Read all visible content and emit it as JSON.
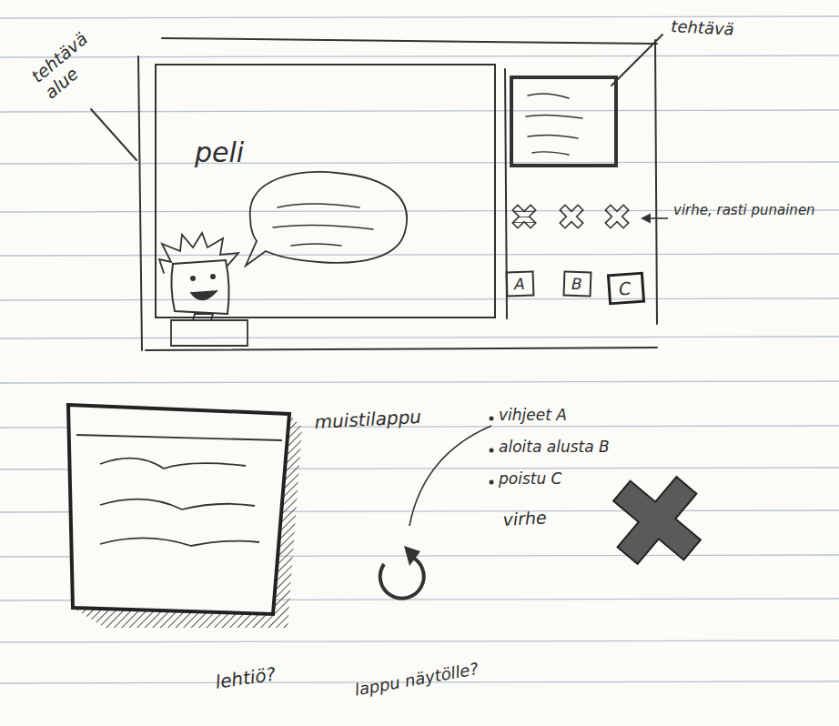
{
  "diagram": {
    "nodes": [
      {
        "text": [
          "peli"
        ]
      },
      {
        "text": [
          "A"
        ]
      },
      {
        "text": [
          "B"
        ]
      },
      {
        "text": [
          "C"
        ]
      }
    ],
    "labels": [
      "tehtävä alue",
      "tehtävä",
      "virhe, rasti punainen",
      "muistilappu",
      "vihjeet A",
      "aloita alusta B",
      "poistu C",
      "virhe",
      "lehtiö?",
      "lappu näytölle?"
    ]
  }
}
